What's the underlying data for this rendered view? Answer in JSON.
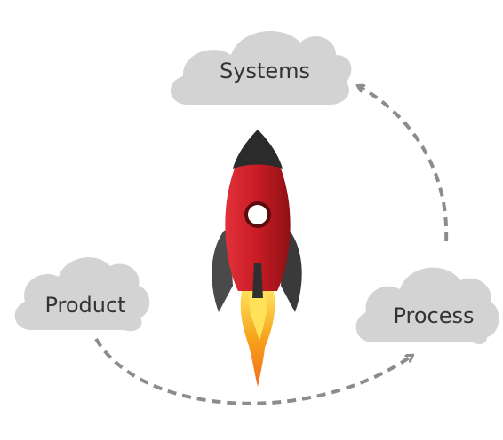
{
  "diagram": {
    "nodes": [
      {
        "id": "systems",
        "label": "Systems"
      },
      {
        "id": "product",
        "label": "Product"
      },
      {
        "id": "process",
        "label": "Process"
      }
    ],
    "edges": [
      {
        "from": "product",
        "to": "process",
        "style": "dashed-arrow"
      },
      {
        "from": "process",
        "to": "systems",
        "style": "dashed-arrow"
      }
    ],
    "center_icon": "rocket-icon"
  },
  "colors": {
    "cloud": "#d3d3d3",
    "arrow": "#8c8c8c",
    "text": "#333333",
    "rocket_body": "#d3202a",
    "rocket_body_dark": "#8e1016",
    "rocket_nose": "#2b2b2b",
    "rocket_fin": "#4a4a4a",
    "flame_outer": "#f7a21b",
    "flame_inner": "#ffe15a"
  }
}
